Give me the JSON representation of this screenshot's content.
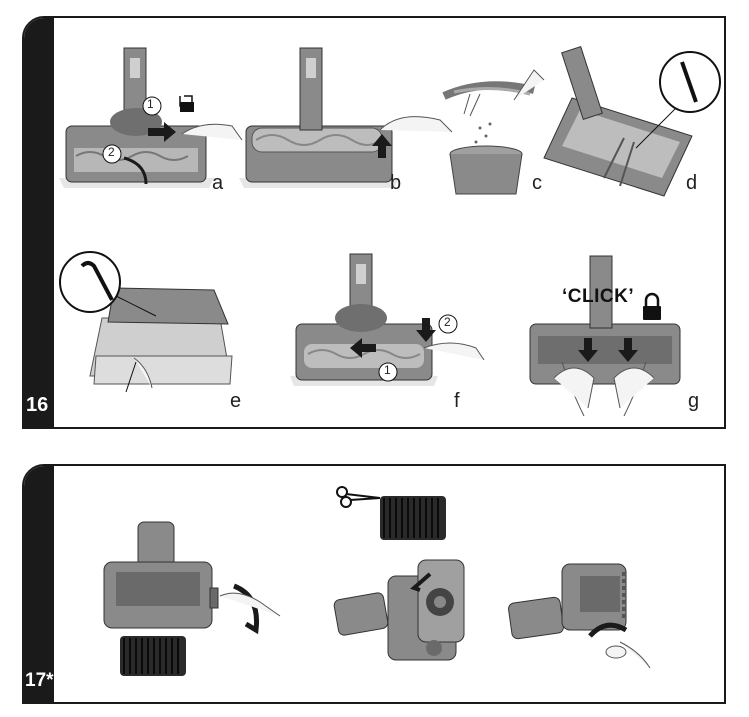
{
  "steps": [
    {
      "number": "16",
      "sub_labels": [
        "a",
        "b",
        "c",
        "d",
        "e",
        "f",
        "g"
      ],
      "callouts": {
        "a_one": "1",
        "a_two": "2",
        "f_one": "1",
        "f_two": "2"
      },
      "click_text": "‘CLICK’",
      "icons": [
        "unlock-icon",
        "lock-icon",
        "arrow-icon",
        "magnifier-circle"
      ]
    },
    {
      "number": "17*",
      "icons": [
        "scissors-icon",
        "brush-roll",
        "rotate-arrow-icon"
      ]
    }
  ],
  "colors": {
    "frame": "#1a1a1a",
    "device": "#8a8a8a",
    "device_dark": "#5e5e5e",
    "arrow": "#1a1a1a"
  }
}
